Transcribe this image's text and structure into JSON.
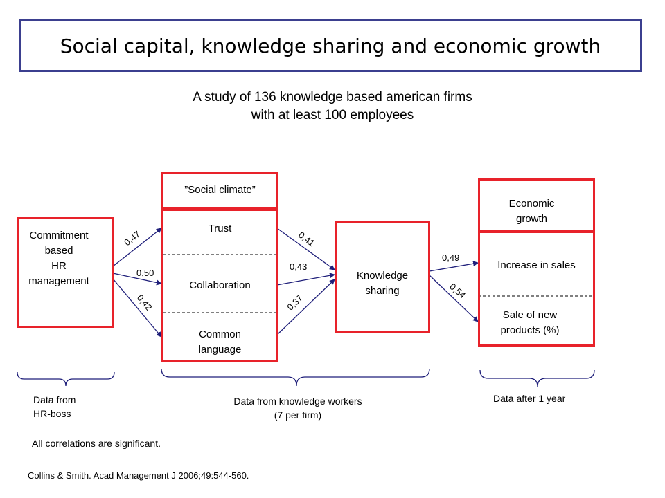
{
  "title": "Social capital, knowledge sharing and economic growth",
  "subtitle_line1": "A study of 136 knowledge based american firms",
  "subtitle_line2": "with at least 100 employees",
  "hr_box": {
    "line1": "Commitment",
    "line2": "based",
    "line3": "HR",
    "line4": "management"
  },
  "social_climate": {
    "header": "”Social climate”",
    "items": [
      "Trust",
      "Collaboration",
      "Common",
      "language"
    ]
  },
  "knowledge_box": {
    "line1": "Knowledge",
    "line2": "sharing"
  },
  "economic_box": {
    "header_line1": "Economic",
    "header_line2": "growth",
    "item1": "Increase in sales",
    "item2_line1": "Sale of new",
    "item2_line2": "products (%)"
  },
  "correlations": {
    "hr_trust": "0,47",
    "hr_collab": "0,50",
    "hr_common": "0,42",
    "trust_ks": "0,41",
    "collab_ks": "0,43",
    "common_ks": "0,37",
    "ks_sales": "0,49",
    "ks_products": "0,54"
  },
  "data_sources": {
    "hr": {
      "line1": "Data from",
      "line2": "HR-boss"
    },
    "workers": {
      "line1": "Data from knowledge workers",
      "line2": "(7 per firm)"
    },
    "after": "Data after 1 year"
  },
  "note": "All correlations are significant.",
  "citation": "Collins & Smith. Acad Management J 2006;49:544-560.",
  "colors": {
    "box_border": "#e8222a",
    "title_border": "#3b3f8f",
    "arrow": "#1f1f7a"
  }
}
